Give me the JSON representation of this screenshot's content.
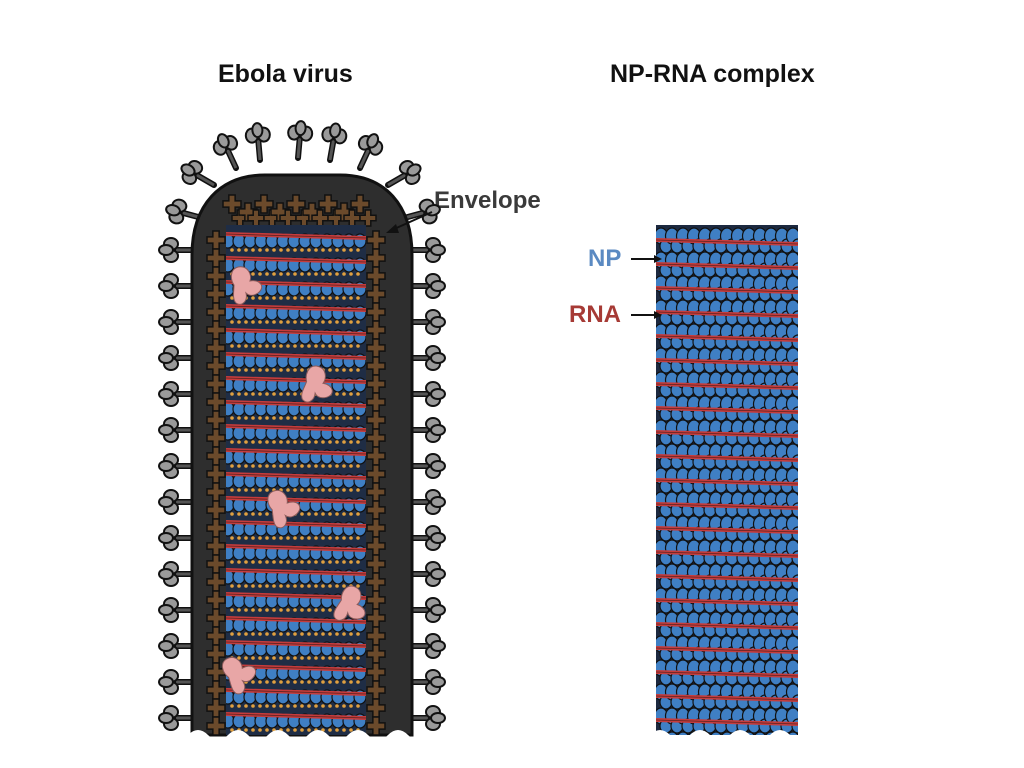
{
  "titles": {
    "left": "Ebola virus",
    "right": "NP-RNA complex"
  },
  "labels": {
    "envelope": "Envelope",
    "np": "NP",
    "rna": "RNA"
  },
  "colors": {
    "text_dark": "#111111",
    "envelope_label": "#3a3a3a",
    "np_label": "#5b8ac2",
    "rna_label": "#a63a35",
    "envelope_fill": "#2e2e2e",
    "matrix_protein": "#6b4a2b",
    "nucleoprotein": "#3f7fc4",
    "rna_strand": "#c63c3c",
    "spike": "#9a9a9a",
    "vp_dots": "#e0a040",
    "pink_protein": "#e8a6a6"
  }
}
